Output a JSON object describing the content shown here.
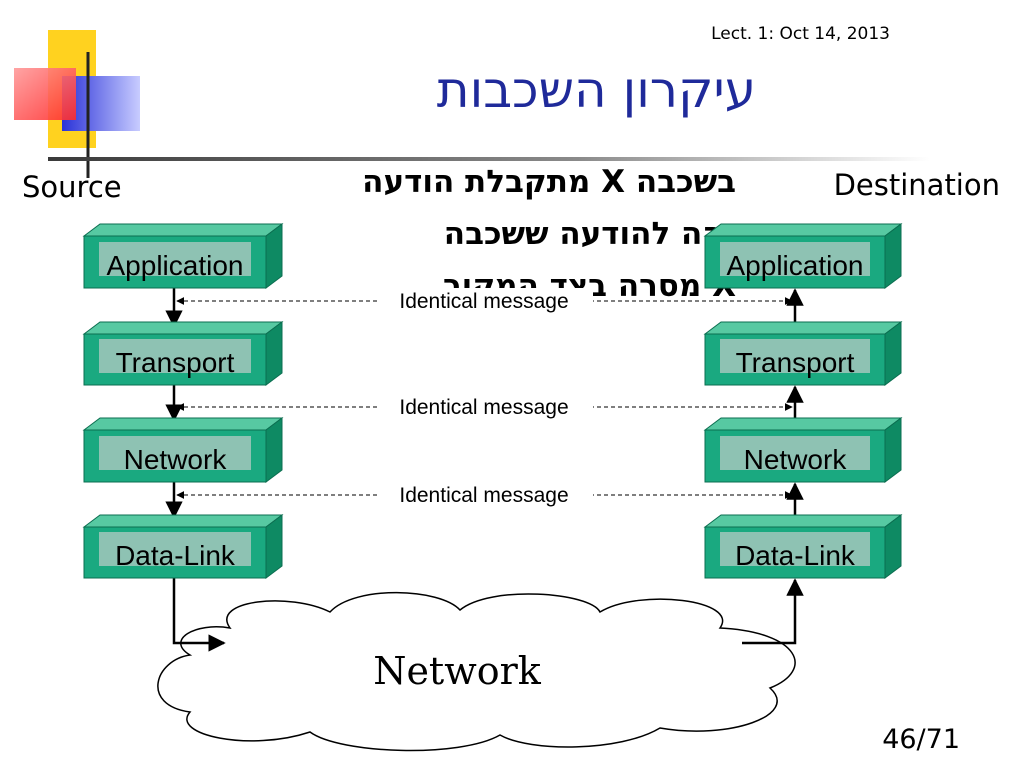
{
  "slide": {
    "lecture_info": "Lect. 1: Oct 14, 2013",
    "title": "עיקרון השכבות",
    "note_lines": [
      "בשכבה X מתקבלת הודעה",
      "זהה להודעה ששכבה",
      "X מסרה בצד המקור"
    ],
    "page_number": "46/71"
  },
  "diagram": {
    "source_label": "Source",
    "destination_label": "Destination",
    "source_layers": [
      "Application",
      "Transport",
      "Network",
      "Data-Link"
    ],
    "destination_layers": [
      "Application",
      "Transport",
      "Network",
      "Data-Link"
    ],
    "peer_links": [
      "Identical message",
      "Identical message",
      "Identical message"
    ],
    "network_cloud_label": "Network"
  },
  "colors": {
    "title": "#1f2a9a",
    "layer_front": "#1aa980",
    "layer_top": "#57c9a2",
    "layer_side": "#0e8a63",
    "layer_label_panel": "#8ec2b3"
  }
}
